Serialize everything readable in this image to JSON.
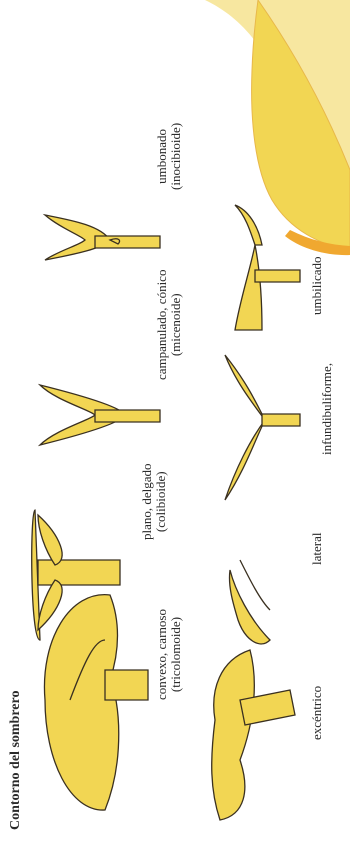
{
  "title": "Contorno del sombrero",
  "shapes": [
    {
      "name": "convexo-carnoso",
      "line1": "convexo, carnoso",
      "line2": "(tricolomoide)"
    },
    {
      "name": "plano-delgado",
      "line1": "plano, delgado",
      "line2": "(colibioide)"
    },
    {
      "name": "campanulado-conico",
      "line1": "campanulado, cónico",
      "line2": "(micenoide)"
    },
    {
      "name": "umbonado",
      "line1": "umbonado",
      "line2": "(inocibioide)"
    },
    {
      "name": "excentrico",
      "line1": "excéntrico",
      "line2": ""
    },
    {
      "name": "lateral",
      "line1": "lateral",
      "line2": ""
    },
    {
      "name": "infundibuliforme",
      "line1": "infundibuliforme,",
      "line2": ""
    },
    {
      "name": "umbilicado",
      "line1": "umbilicado",
      "line2": ""
    }
  ],
  "colors": {
    "fill": "#F2D653",
    "outline": "#3a3020",
    "accent_orange": "#F0A830"
  }
}
